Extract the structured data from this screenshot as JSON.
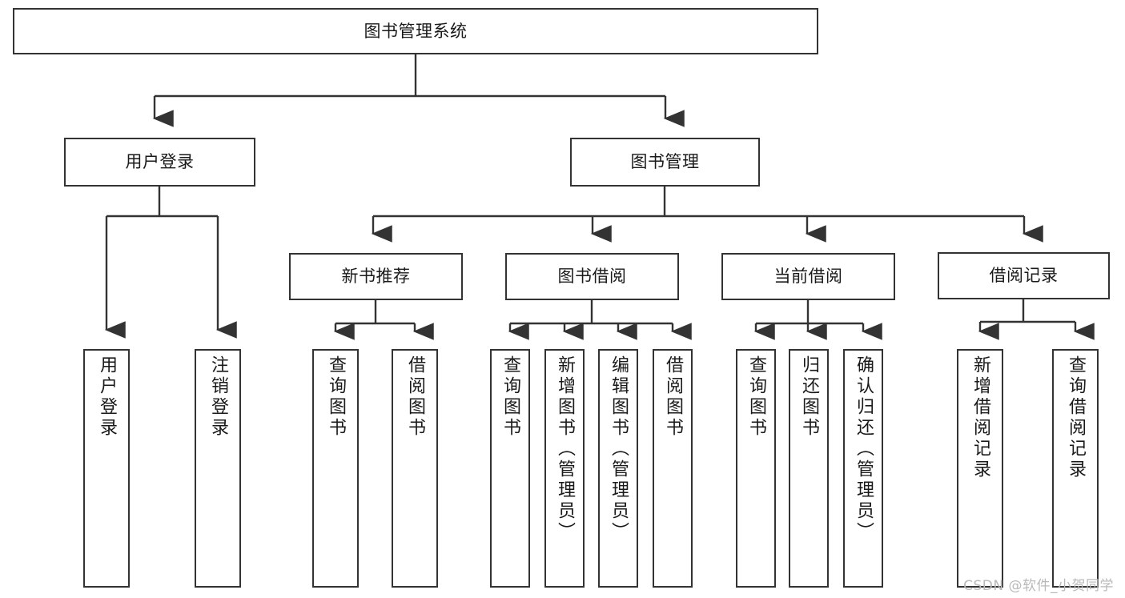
{
  "diagram": {
    "type": "tree",
    "title": "图书管理系统",
    "orientation": "top-down",
    "watermark": "CSDN @软件_小贺同学",
    "colors": {
      "box_border": "#333333",
      "box_fill": "#ffffff",
      "connector": "#333333",
      "text": "#1a1a1a",
      "watermark": "#b9b9b9",
      "background": "#ffffff"
    },
    "nodes": {
      "root": {
        "label": "图书管理系统",
        "level": 0,
        "text_orientation": "horizontal"
      },
      "level1": [
        {
          "id": "user-login",
          "label": "用户登录",
          "text_orientation": "horizontal"
        },
        {
          "id": "book-management",
          "label": "图书管理",
          "text_orientation": "horizontal"
        }
      ],
      "level2": [
        {
          "id": "new-book-recommend",
          "label": "新书推荐",
          "parent": "book-management",
          "text_orientation": "horizontal"
        },
        {
          "id": "book-borrow",
          "label": "图书借阅",
          "parent": "book-management",
          "text_orientation": "horizontal"
        },
        {
          "id": "current-borrow",
          "label": "当前借阅",
          "parent": "book-management",
          "text_orientation": "horizontal"
        },
        {
          "id": "borrow-record",
          "label": "借阅记录",
          "parent": "book-management",
          "text_orientation": "horizontal"
        }
      ],
      "leaves": [
        {
          "id": "leaf-user-login",
          "label": "用户登录",
          "parent": "user-login",
          "text_orientation": "vertical"
        },
        {
          "id": "leaf-logout",
          "label": "注销登录",
          "parent": "user-login",
          "text_orientation": "vertical"
        },
        {
          "id": "leaf-query-book-1",
          "label": "查询图书",
          "parent": "new-book-recommend",
          "text_orientation": "vertical"
        },
        {
          "id": "leaf-borrow-book-1",
          "label": "借阅图书",
          "parent": "new-book-recommend",
          "text_orientation": "vertical"
        },
        {
          "id": "leaf-query-book-2",
          "label": "查询图书",
          "parent": "book-borrow",
          "text_orientation": "vertical"
        },
        {
          "id": "leaf-add-book",
          "label": "新增图书（管理员）",
          "parent": "book-borrow",
          "text_orientation": "vertical"
        },
        {
          "id": "leaf-edit-book",
          "label": "编辑图书（管理员）",
          "parent": "book-borrow",
          "text_orientation": "vertical"
        },
        {
          "id": "leaf-borrow-book-2",
          "label": "借阅图书",
          "parent": "book-borrow",
          "text_orientation": "vertical"
        },
        {
          "id": "leaf-query-book-3",
          "label": "查询图书",
          "parent": "current-borrow",
          "text_orientation": "vertical"
        },
        {
          "id": "leaf-return-book",
          "label": "归还图书",
          "parent": "current-borrow",
          "text_orientation": "vertical"
        },
        {
          "id": "leaf-confirm-return",
          "label": "确认归还（管理员）",
          "parent": "current-borrow",
          "text_orientation": "vertical"
        },
        {
          "id": "leaf-add-record",
          "label": "新增借阅记录",
          "parent": "borrow-record",
          "text_orientation": "vertical"
        },
        {
          "id": "leaf-query-record",
          "label": "查询借阅记录",
          "parent": "borrow-record",
          "text_orientation": "vertical"
        }
      ]
    }
  }
}
